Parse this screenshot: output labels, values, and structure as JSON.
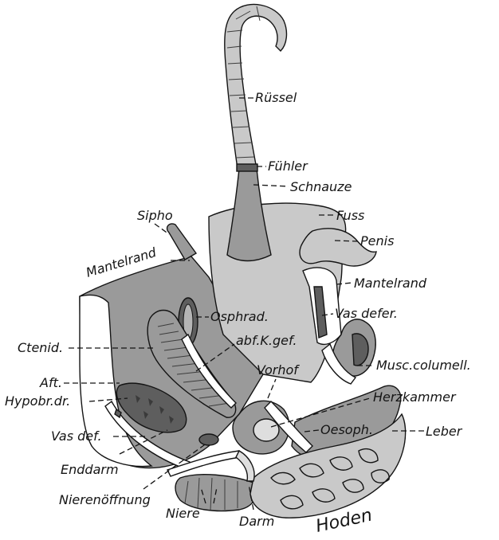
{
  "labels": {
    "ruessel": "Rüssel",
    "fuehler": "Fühler",
    "schnauze": "Schnauze",
    "sipho": "Sipho",
    "fuss": "Fuss",
    "penis": "Penis",
    "mantelrand_left": "Mantelrand",
    "mantelrand_right": "Mantelrand",
    "osphrad": "Osphrad.",
    "vas_defer": "Vas defer.",
    "ctenid": "Ctenid.",
    "abf_k_gef": "abf.K.gef.",
    "vorhof": "Vorhof",
    "musc_columell": "Musc.columell.",
    "aft": "Aft.",
    "hypobr_dr": "Hypobr.dr.",
    "herzkammer": "Herzkammer",
    "oesoph": "Oesoph.",
    "leber": "Leber",
    "vas_def": "Vas def.",
    "enddarm": "Enddarm",
    "nierenoeffnung": "Nierenöffnung",
    "niere": "Niere",
    "darm": "Darm",
    "hoden": "Hoden"
  },
  "colors": {
    "ink": "#141414",
    "mid_grey": "#9a9a9a",
    "dark_grey": "#5e5e5e",
    "light_grey": "#c9c9c9",
    "background": "#ffffff"
  }
}
